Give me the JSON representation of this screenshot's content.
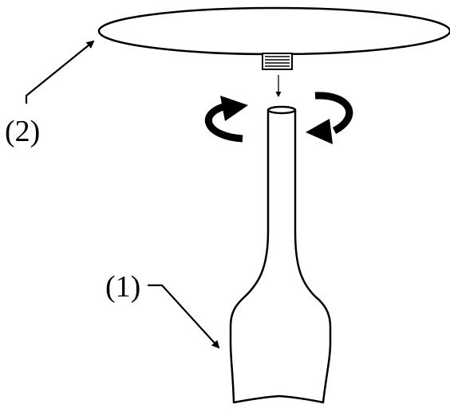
{
  "callouts": [
    {
      "id": "1",
      "label": "(1)"
    },
    {
      "id": "2",
      "label": "(2)"
    }
  ],
  "colors": {
    "line": "#000000",
    "background": "#ffffff"
  },
  "icons": {
    "rotate_left": "rotate-counterclockwise-icon",
    "rotate_right": "rotate-clockwise-icon",
    "insert": "down-arrow-icon"
  }
}
